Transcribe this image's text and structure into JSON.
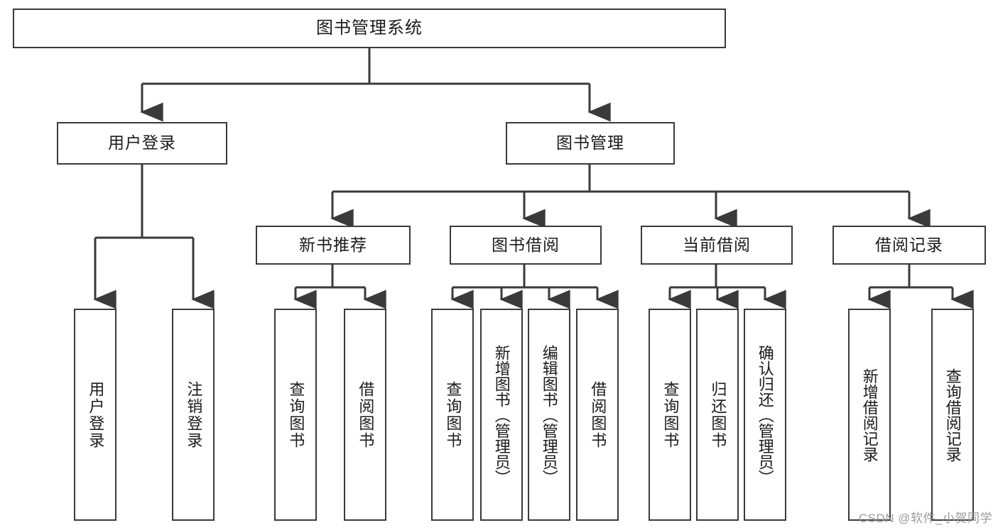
{
  "diagram": {
    "type": "tree-hierarchy",
    "title": "图书管理系统",
    "root": {
      "id": "root",
      "label": "图书管理系统",
      "orientation": "horizontal"
    },
    "level2": [
      {
        "id": "user-login",
        "label": "用户登录",
        "orientation": "horizontal"
      },
      {
        "id": "book-management",
        "label": "图书管理",
        "orientation": "horizontal"
      }
    ],
    "level3": [
      {
        "id": "new-book-recommend",
        "label": "新书推荐",
        "orientation": "horizontal",
        "parent": "book-management"
      },
      {
        "id": "book-borrow",
        "label": "图书借阅",
        "orientation": "horizontal",
        "parent": "book-management"
      },
      {
        "id": "current-borrow",
        "label": "当前借阅",
        "orientation": "horizontal",
        "parent": "book-management"
      },
      {
        "id": "borrow-record",
        "label": "借阅记录",
        "orientation": "horizontal",
        "parent": "book-management"
      }
    ],
    "leaves": [
      {
        "id": "leaf-user-login",
        "label": "用户登录",
        "parent": "user-login",
        "orientation": "vertical"
      },
      {
        "id": "leaf-user-logout",
        "label": "注销登录",
        "parent": "user-login",
        "orientation": "vertical"
      },
      {
        "id": "leaf-query-book-1",
        "label": "查询图书",
        "parent": "new-book-recommend",
        "orientation": "vertical"
      },
      {
        "id": "leaf-borrow-book-1",
        "label": "借阅图书",
        "parent": "new-book-recommend",
        "orientation": "vertical"
      },
      {
        "id": "leaf-query-book-2",
        "label": "查询图书",
        "parent": "book-borrow",
        "orientation": "vertical"
      },
      {
        "id": "leaf-add-book",
        "label": "新增图书（管理员）",
        "parent": "book-borrow",
        "orientation": "vertical"
      },
      {
        "id": "leaf-edit-book",
        "label": "编辑图书（管理员）",
        "parent": "book-borrow",
        "orientation": "vertical"
      },
      {
        "id": "leaf-borrow-book-2",
        "label": "借阅图书",
        "parent": "book-borrow",
        "orientation": "vertical"
      },
      {
        "id": "leaf-query-book-3",
        "label": "查询图书",
        "parent": "current-borrow",
        "orientation": "vertical"
      },
      {
        "id": "leaf-return-book",
        "label": "归还图书",
        "parent": "current-borrow",
        "orientation": "vertical"
      },
      {
        "id": "leaf-confirm-return",
        "label": "确认归还（管理员）",
        "parent": "current-borrow",
        "orientation": "vertical"
      },
      {
        "id": "leaf-add-record",
        "label": "新增借阅记录",
        "parent": "borrow-record",
        "orientation": "vertical"
      },
      {
        "id": "leaf-query-record",
        "label": "查询借阅记录",
        "parent": "borrow-record",
        "orientation": "vertical"
      }
    ]
  },
  "watermark": {
    "text": "CSDN @软件_小贺同学"
  },
  "colors": {
    "stroke": "#3a3a3a",
    "background": "#ffffff",
    "text": "#1b1b1b",
    "watermark": "#9a9a9a"
  }
}
